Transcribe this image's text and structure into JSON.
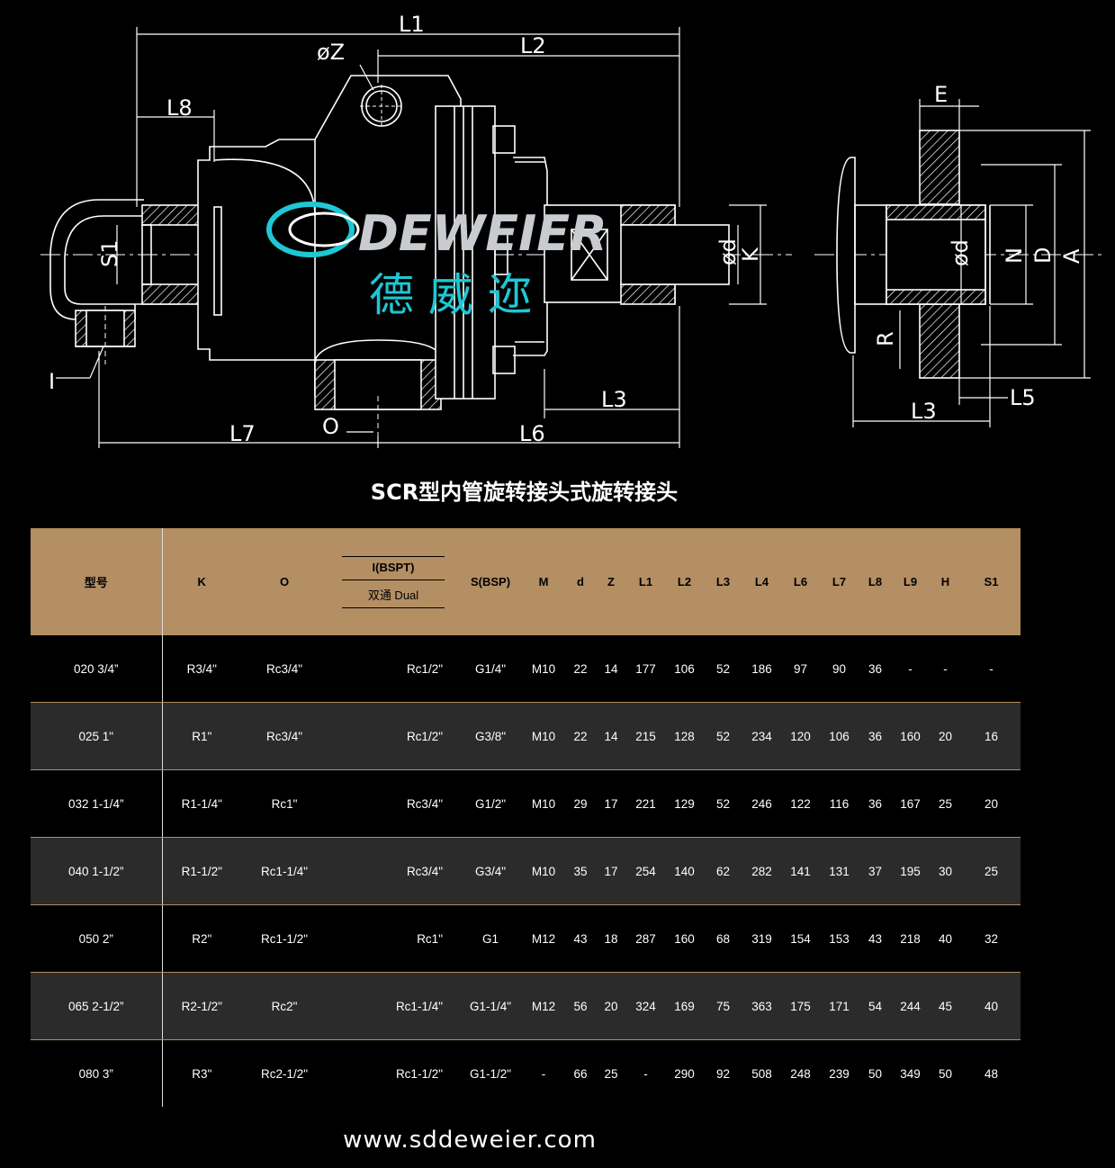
{
  "drawing": {
    "labels_front": [
      "L1",
      "L2",
      "øZ",
      "L8",
      "S1",
      "L3",
      "ød",
      "K",
      "I",
      "O",
      "L7",
      "L6"
    ],
    "labels_side": [
      "E",
      "ød",
      "N",
      "D",
      "A",
      "R",
      "L3",
      "L5"
    ],
    "watermark": {
      "brand": "DEWEIER",
      "brand_cn": "德 威 迩",
      "brand_color": "#1fc7d4"
    }
  },
  "title": "SCR型内管旋转接头式旋转接头",
  "table": {
    "header_color": "#b48f63",
    "headers": {
      "model": "型号",
      "K": "K",
      "O": "O",
      "I_top": "I(BSPT)",
      "I_bottom": "双通 Dual",
      "S": "S(BSP)",
      "M": "M",
      "d": "d",
      "Z": "Z",
      "L1": "L1",
      "L2": "L2",
      "L3": "L3",
      "L4": "L4",
      "L6": "L6",
      "L7": "L7",
      "L8": "L8",
      "L9": "L9",
      "H": "H",
      "S1": "S1"
    },
    "rows": [
      {
        "model": "020   3/4”",
        "K": "R3/4\"",
        "O": "Rc3/4\"",
        "I": "Rc1/2\"",
        "S": "G1/4\"",
        "M": "M10",
        "d": "22",
        "Z": "14",
        "L1": "177",
        "L2": "106",
        "L3": "52",
        "L4": "186",
        "L6": "97",
        "L7": "90",
        "L8": "36",
        "L9": "-",
        "H": "-",
        "S1": "-"
      },
      {
        "model": "025    1\"",
        "K": "R1\"",
        "O": "Rc3/4\"",
        "I": "Rc1/2\"",
        "S": "G3/8\"",
        "M": "M10",
        "d": "22",
        "Z": "14",
        "L1": "215",
        "L2": "128",
        "L3": "52",
        "L4": "234",
        "L6": "120",
        "L7": "106",
        "L8": "36",
        "L9": "160",
        "H": "20",
        "S1": "16"
      },
      {
        "model": "032    1-1/4”",
        "K": "R1-1/4\"",
        "O": "Rc1\"",
        "I": "Rc3/4\"",
        "S": "G1/2\"",
        "M": "M10",
        "d": "29",
        "Z": "17",
        "L1": "221",
        "L2": "129",
        "L3": "52",
        "L4": "246",
        "L6": "122",
        "L7": "116",
        "L8": "36",
        "L9": "167",
        "H": "25",
        "S1": "20"
      },
      {
        "model": "040    1-1/2”",
        "K": "R1-1/2\"",
        "O": "Rc1-1/4\"",
        "I": "Rc3/4\"",
        "S": "G3/4\"",
        "M": "M10",
        "d": "35",
        "Z": "17",
        "L1": "254",
        "L2": "140",
        "L3": "62",
        "L4": "282",
        "L6": "141",
        "L7": "131",
        "L8": "37",
        "L9": "195",
        "H": "30",
        "S1": "25"
      },
      {
        "model": "050    2”",
        "K": "R2\"",
        "O": "Rc1-1/2\"",
        "I": "Rc1\"",
        "S": "G1",
        "M": "M12",
        "d": "43",
        "Z": "18",
        "L1": "287",
        "L2": "160",
        "L3": "68",
        "L4": "319",
        "L6": "154",
        "L7": "153",
        "L8": "43",
        "L9": "218",
        "H": "40",
        "S1": "32"
      },
      {
        "model": "065    2-1/2”",
        "K": "R2-1/2\"",
        "O": "Rc2\"",
        "I": "Rc1-1/4\"",
        "S": "G1-1/4\"",
        "M": "M12",
        "d": "56",
        "Z": "20",
        "L1": "324",
        "L2": "169",
        "L3": "75",
        "L4": "363",
        "L6": "175",
        "L7": "171",
        "L8": "54",
        "L9": "244",
        "H": "45",
        "S1": "40"
      },
      {
        "model": "080    3”",
        "K": "R3\"",
        "O": "Rc2-1/2\"",
        "I": "Rc1-1/2\"",
        "S": "G1-1/2\"",
        "M": "-",
        "d": "66",
        "Z": "25",
        "L1": "-",
        "L2": "290",
        "L3": "92",
        "L4": "508",
        "L6": "248",
        "L7": "239",
        "L8": "50",
        "L9": "349",
        "H": "50",
        "S1": "48"
      }
    ]
  },
  "footer": {
    "url": "www.sddeweier.com"
  }
}
